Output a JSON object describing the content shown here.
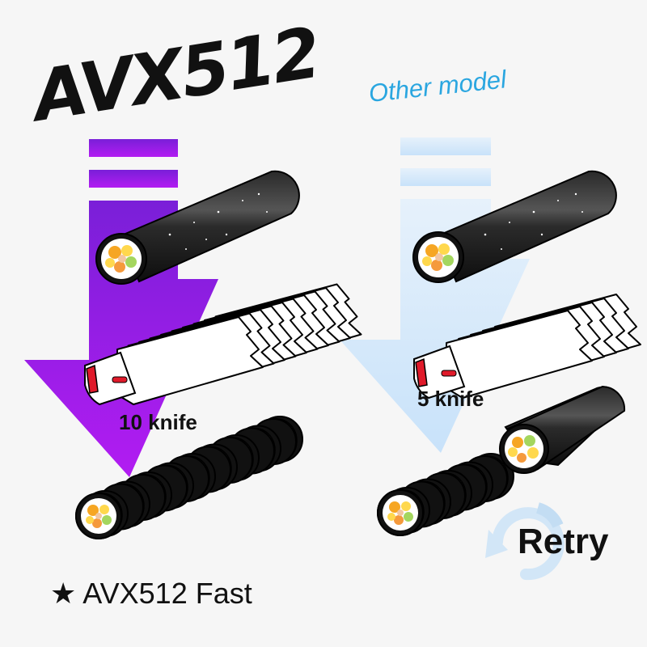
{
  "left": {
    "title": "AVX512",
    "knife_label": "10 knife",
    "knife_count": 10,
    "slice_count": 9,
    "arrow_color": "#a11cf0"
  },
  "right": {
    "title": "Other model",
    "knife_label": "5 knife",
    "knife_count": 5,
    "slice_count": 5,
    "arrow_color": "#cfe6fb",
    "retry_label": "Retry"
  },
  "footer": {
    "note": "★ AVX512 Fast"
  },
  "colors": {
    "nori": "#111111",
    "rice": "#ffffff",
    "blade": "#ffffff",
    "knife_handle": "#e01a2a",
    "retry_icon": "#cfe3f5"
  },
  "icons": [
    "sushi-roll-icon",
    "knife-icon",
    "retry-cycle-icon"
  ]
}
